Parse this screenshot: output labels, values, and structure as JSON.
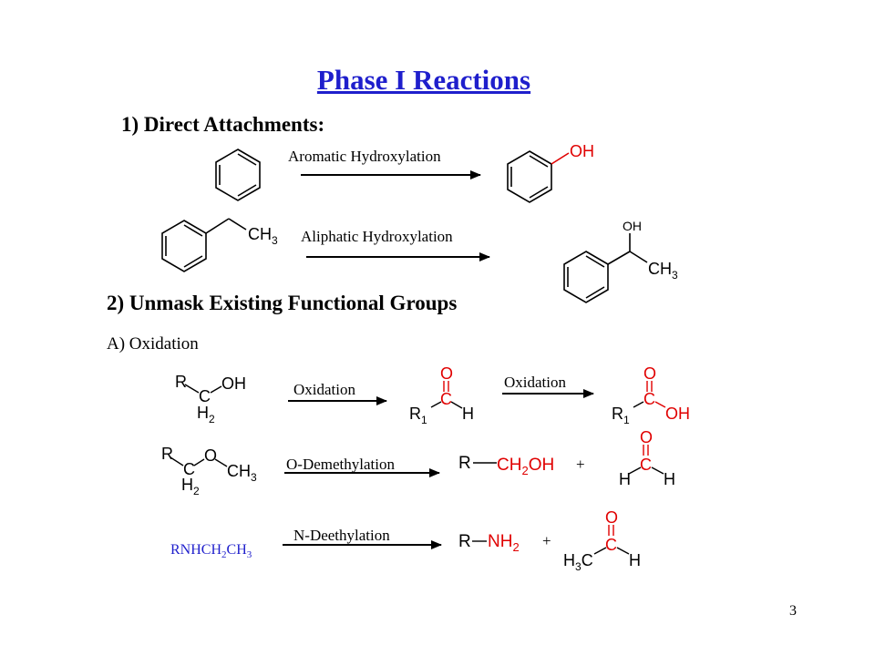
{
  "title": "Phase I Reactions",
  "section1": {
    "heading": "1) Direct Attachments:",
    "reactions": [
      {
        "label": "Aromatic Hydroxylation"
      },
      {
        "label": "Aliphatic Hydroxylation"
      }
    ]
  },
  "section2": {
    "heading": "2) Unmask Existing Functional Groups",
    "subheading": "A) Oxidation",
    "reactions": [
      {
        "label": "Oxidation"
      },
      {
        "label": "Oxidation"
      },
      {
        "label": "O-Demethylation"
      },
      {
        "label": "N-Deethylation"
      }
    ]
  },
  "chem": {
    "oh": "OH",
    "o": "O",
    "ch3": "CH",
    "sub3": "3",
    "sub2": "2",
    "sub1": "1",
    "r": "R",
    "c": "C",
    "h": "H",
    "ch2oh_ch": "CH",
    "ch2oh_oh": "OH",
    "nh": "NH",
    "plus": "+",
    "rnhch2ch3_a": "RNHCH",
    "rnhch2ch3_b": "CH"
  },
  "colors": {
    "title": "#1f1fcc",
    "highlight": "#e00000",
    "ink": "#000000"
  },
  "page_number": "3"
}
